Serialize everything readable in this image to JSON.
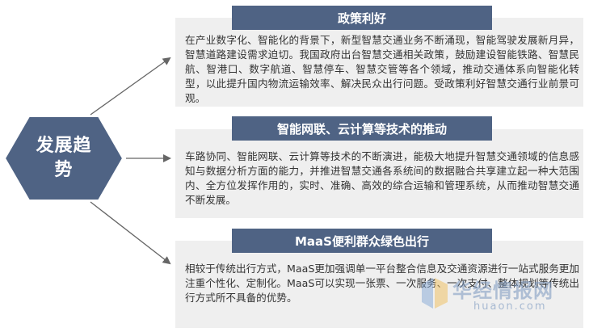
{
  "center": {
    "label": "发展趋势"
  },
  "sections": [
    {
      "title": "政策利好",
      "body": "在产业数字化、智能化的背景下，新型智慧交通业务不断涌现，智能驾驶发展新月异，智慧道路建设需求迫切。我国政府出台智慧交通相关政策，鼓励建设智能铁路、智慧民航、智港口、数字航道、智慧停车、智慧交管等各个领域，推动交通体系向智能化转型，以此提升国内物流运输效率、解决民众出行问题。受政策利好智慧交通行业前景可观。"
    },
    {
      "title": "智能网联、云计算等技术的推动",
      "body": "车路协同、智能网联、云计算等技术的不断演进，能极大地提升智慧交通领域的信息感知与数据分析方面的能力，并推进智慧交通各系统间的数据融合共享建立起一种大范围内、全方位发挥作用的，实时、准确、高效的综合运输和管理系统，从而推动智慧交通不断发展。"
    },
    {
      "title": "MaaS便利群众绿色出行",
      "body": "相较于传统出行方式，MaaS更加强调单一平台整合信息及交通资源进行一站式服务更加注重个性化、定制化。MaaS可以实现一张票、一次服务、一次支付、整体规划等传统出行方式所不具备的优势。"
    }
  ],
  "watermark": {
    "brand": "华经情报网",
    "url": "huaon.com"
  },
  "colors": {
    "accent": "#4f6384",
    "panel": "#efefef",
    "arrow": "#666666"
  }
}
